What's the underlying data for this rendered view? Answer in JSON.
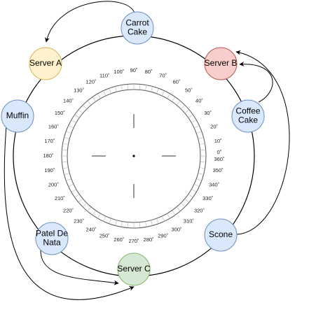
{
  "colors": {
    "ring": "#000000",
    "node_blue_fill": "#dae8fc",
    "node_blue_stroke": "#6c8ebf",
    "node_yellow_fill": "#fff2cc",
    "node_yellow_stroke": "#d6b656",
    "node_red_fill": "#f8cecc",
    "node_red_stroke": "#b85450",
    "node_green_fill": "#d5e8d4",
    "node_green_stroke": "#82b366",
    "dial_tick": "#b0b0b0"
  },
  "dial": {
    "degree_labels": [
      "0˚",
      "10˚",
      "20˚",
      "30˚",
      "40˚",
      "50˚",
      "60˚",
      "70˚",
      "80˚",
      "90˚",
      "100˚",
      "110˚",
      "120˚",
      "130˚",
      "140˚",
      "150˚",
      "160˚",
      "170˚",
      "180˚",
      "190˚",
      "200˚",
      "210˚",
      "220˚",
      "230˚",
      "240˚",
      "250˚",
      "260˚",
      "270˚",
      "280˚",
      "290˚",
      "300˚",
      "310˚",
      "320˚",
      "330˚",
      "340˚",
      "350˚",
      "360˚"
    ]
  },
  "nodes": [
    {
      "id": "carrot-cake",
      "lines": [
        "Carrot",
        "Cake"
      ],
      "kind": "blue"
    },
    {
      "id": "server-a",
      "lines": [
        "Server A"
      ],
      "kind": "yellow"
    },
    {
      "id": "server-b",
      "lines": [
        "Server B"
      ],
      "kind": "red"
    },
    {
      "id": "muffin",
      "lines": [
        "Muffin"
      ],
      "kind": "blue"
    },
    {
      "id": "coffee-cake",
      "lines": [
        "Coffee",
        "Cake"
      ],
      "kind": "blue"
    },
    {
      "id": "patel-de-nata",
      "lines": [
        "Patel De",
        "Nata"
      ],
      "kind": "blue"
    },
    {
      "id": "scone",
      "lines": [
        "Scone"
      ],
      "kind": "blue"
    },
    {
      "id": "server-c",
      "lines": [
        "Server C"
      ],
      "kind": "green"
    }
  ],
  "edges": [
    {
      "from": "carrot-cake",
      "to": "server-a"
    },
    {
      "from": "coffee-cake",
      "to": "server-b"
    },
    {
      "from": "scone",
      "to": "server-b"
    },
    {
      "from": "patel-de-nata",
      "to": "server-c"
    },
    {
      "from": "muffin",
      "to": "server-c"
    }
  ]
}
